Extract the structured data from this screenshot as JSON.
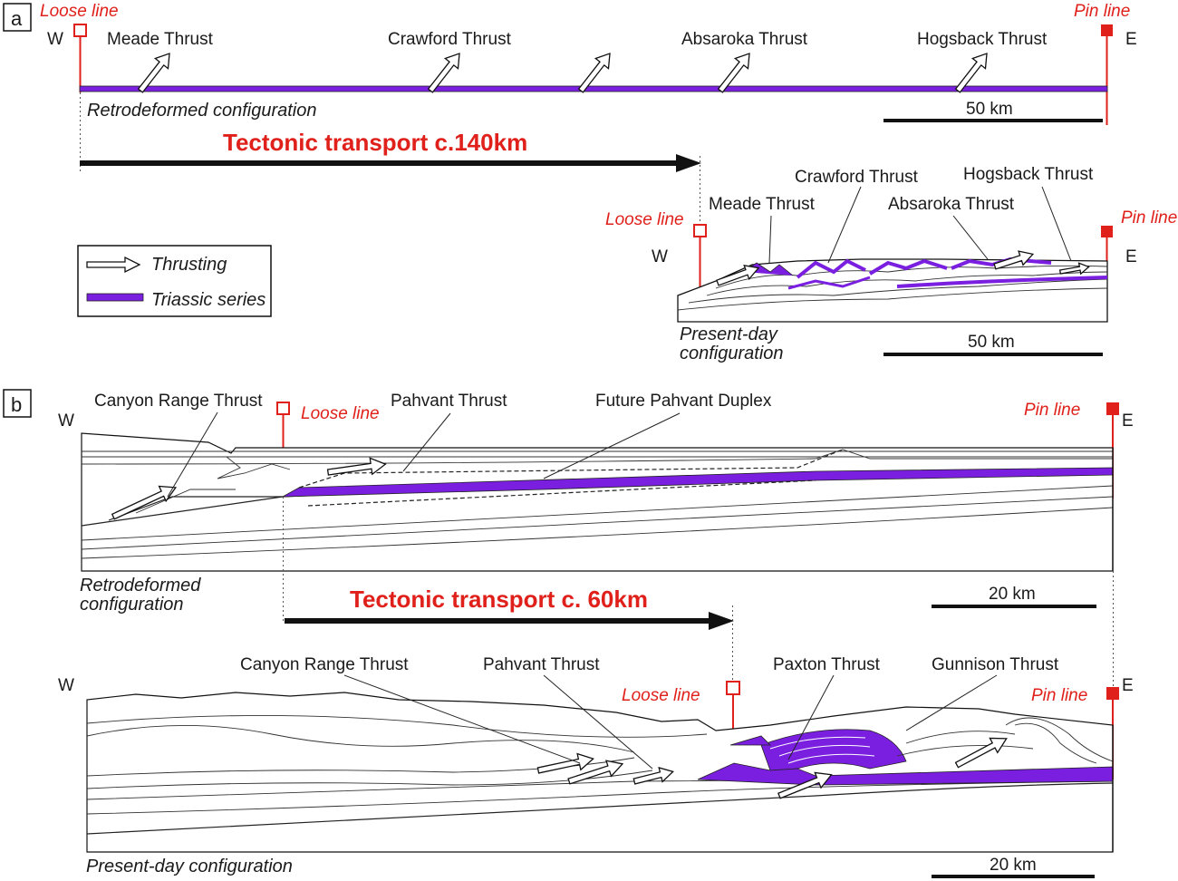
{
  "panel_a": {
    "tag": "a",
    "west": "W",
    "east": "E",
    "loose_line": "Loose line",
    "pin_line": "Pin line",
    "thrusts_top": [
      "Meade Thrust",
      "Crawford Thrust",
      "Absaroka Thrust",
      "Hogsback Thrust"
    ],
    "retro_caption": "Retrodeformed configuration",
    "scale_top": "50 km",
    "transport": "Tectonic transport c.140km",
    "present_thrusts": {
      "crawford": "Crawford Thrust",
      "hogsback": "Hogsback Thrust",
      "meade": "Meade Thrust",
      "absaroka": "Absaroka Thrust"
    },
    "present_loose": "Loose line",
    "present_pin": "Pin line",
    "present_west": "W",
    "present_east": "E",
    "present_caption_1": "Present-day",
    "present_caption_2": "configuration",
    "scale_present": "50 km",
    "legend": {
      "thrusting": "Thrusting",
      "triassic": "Triassic series"
    }
  },
  "panel_b": {
    "tag": "b",
    "west": "W",
    "east": "E",
    "canyon": "Canyon Range Thrust",
    "loose_line": "Loose line",
    "pahvant": "Pahvant Thrust",
    "future": "Future Pahvant Duplex",
    "pin_line": "Pin line",
    "retro_caption_1": "Retrodeformed",
    "retro_caption_2": "configuration",
    "transport": "Tectonic transport c. 60km",
    "scale_retro": "20 km",
    "present": {
      "west": "W",
      "east": "E",
      "canyon": "Canyon Range Thrust",
      "pahvant": "Pahvant Thrust",
      "paxton": "Paxton Thrust",
      "gunnison": "Gunnison Thrust",
      "loose_line": "Loose line",
      "pin_line": "Pin line",
      "caption": "Present-day configuration",
      "scale": "20 km"
    }
  },
  "colors": {
    "pin_red": "#e0201b",
    "triassic_purple": "#7a1fe0"
  }
}
